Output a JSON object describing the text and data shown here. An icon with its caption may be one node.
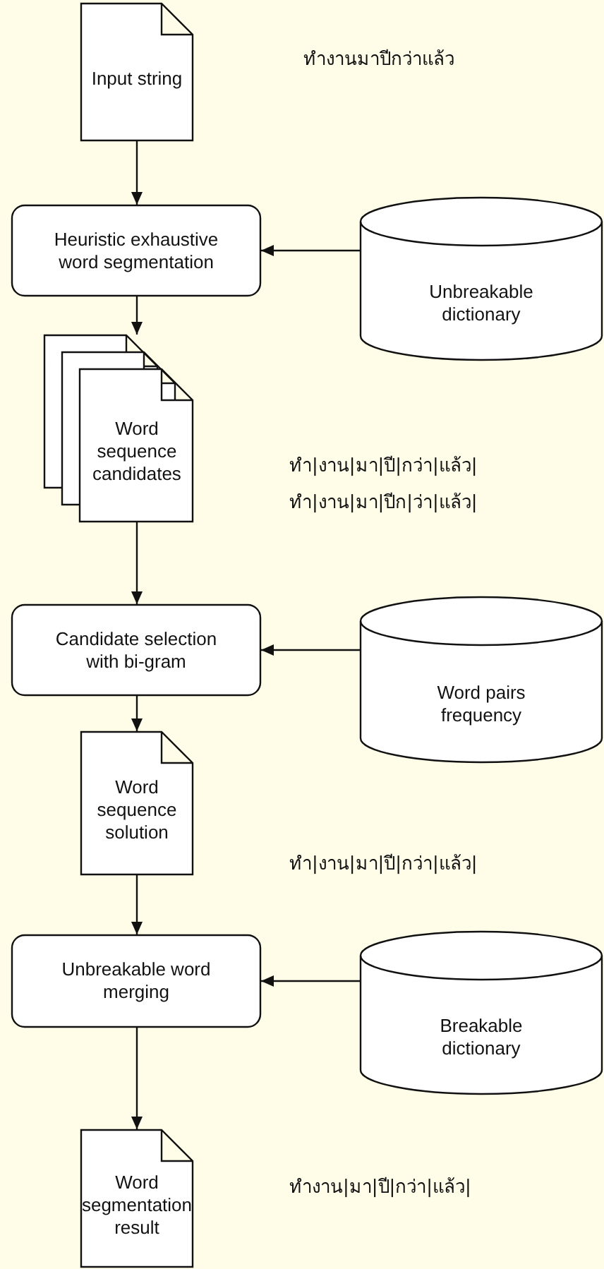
{
  "diagram": {
    "nodes": [
      {
        "text": [
          "Input string"
        ]
      },
      {
        "text": [
          "Heuristic exhaustive word segmentation"
        ]
      },
      {
        "text": [
          "Unbreakable dictionary"
        ]
      },
      {
        "text": [
          "Word sequence candidates"
        ]
      },
      {
        "text": [
          "Candidate selection with bi-gram"
        ]
      },
      {
        "text": [
          "Word pairs frequency"
        ]
      },
      {
        "text": [
          "Word sequence solution"
        ]
      },
      {
        "text": [
          "Unbreakable word merging"
        ]
      },
      {
        "text": [
          "Breakable dictionary"
        ]
      },
      {
        "text": [
          "Word segmentation result"
        ]
      }
    ],
    "edges": [
      {
        "from": 0,
        "to": 1,
        "arrow": "to"
      },
      {
        "from": 2,
        "to": 1,
        "arrow": "to"
      },
      {
        "from": 1,
        "to": 3,
        "arrow": "to"
      },
      {
        "from": 3,
        "to": 4,
        "arrow": "to"
      },
      {
        "from": 5,
        "to": 4,
        "arrow": "to"
      },
      {
        "from": 4,
        "to": 6,
        "arrow": "to"
      },
      {
        "from": 6,
        "to": 7,
        "arrow": "to"
      },
      {
        "from": 8,
        "to": 7,
        "arrow": "to"
      },
      {
        "from": 7,
        "to": 9,
        "arrow": "to"
      }
    ],
    "labels": [
      "ทำงานมาปีกว่าแล้ว",
      "ทำ|งาน|มา|ปี|กว่า|แล้ว|",
      "ทำ|งาน|มา|ปีก|ว่า|แล้ว|",
      "ทำ|งาน|มา|ปี|กว่า|แล้ว|",
      "ทำงาน|มา|ปี|กว่า|แล้ว|"
    ]
  }
}
